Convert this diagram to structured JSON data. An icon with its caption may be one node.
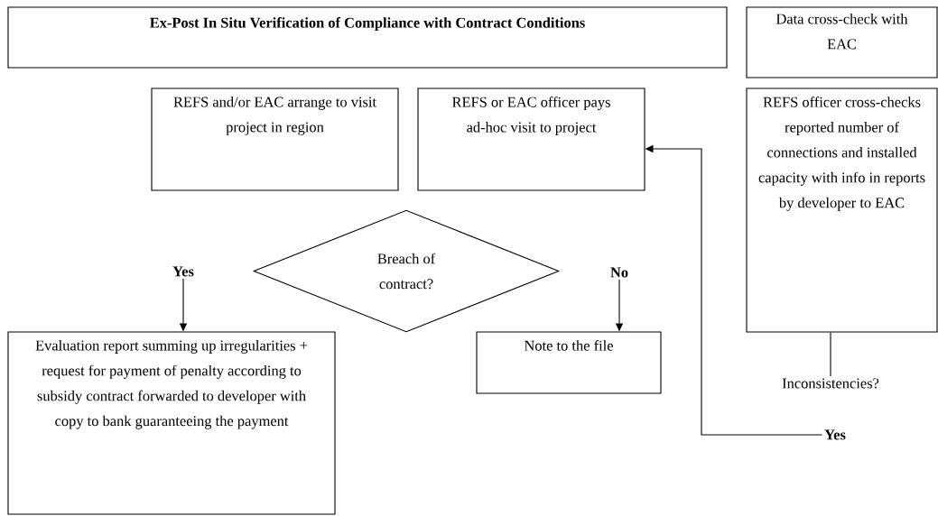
{
  "diagram": {
    "nodes": [
      {
        "text": [
          "Ex-Post In Situ Verification of Compliance with Contract Conditions"
        ]
      },
      {
        "text": [
          "Data cross-check with EAC"
        ]
      },
      {
        "text": [
          "REFS and/or EAC arrange to visit project in region"
        ]
      },
      {
        "text": [
          "REFS or EAC officer pays ad-hoc visit to project"
        ]
      },
      {
        "text": [
          "REFS officer cross-checks reported number of connections and installed capacity with info in reports by developer to EAC"
        ]
      },
      {
        "text": [
          "Breach of contract?"
        ]
      },
      {
        "text": [
          "Yes"
        ]
      },
      {
        "text": [
          "Evaluation report summing up irregularities + request for payment of penalty according to subsidy contract forwarded to developer with copy to bank guaranteeing the payment"
        ]
      },
      {
        "text": [
          "No"
        ]
      },
      {
        "text": [
          "Note to the file"
        ]
      },
      {
        "text": [
          "Inconsistencies?"
        ]
      },
      {
        "text": [
          "Yes"
        ]
      }
    ],
    "edges": [
      {
        "from": 6,
        "to": 7,
        "arrow": "to"
      },
      {
        "from": 8,
        "to": 9,
        "arrow": "to"
      },
      {
        "from": 4,
        "to": 10,
        "arrow": "none"
      },
      {
        "from": 11,
        "to": 3,
        "arrow": "to"
      }
    ]
  }
}
